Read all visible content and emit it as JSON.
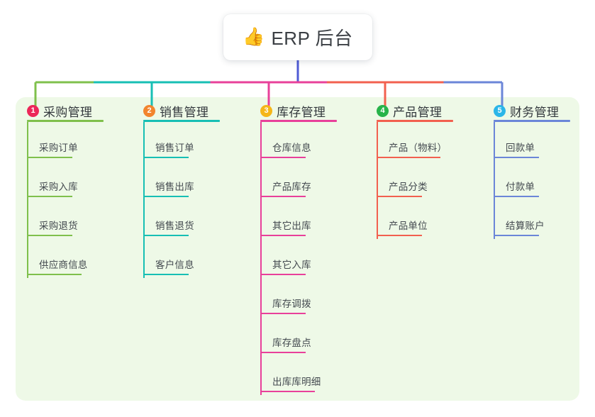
{
  "root": {
    "icon": "thumbs-up-icon",
    "emoji": "👍",
    "title": "ERP 后台"
  },
  "palette": {
    "page_background": "#ffffff",
    "panel_background": "#eef9e7",
    "root_stem": "#4f5bd5",
    "trunk": "#4f5bd5"
  },
  "columns": [
    {
      "number": "1",
      "title": "采购管理",
      "badge_color": "#ec2758",
      "line_color": "#7fc04c",
      "items": [
        "采购订单",
        "采购入库",
        "采购退货",
        "供应商信息"
      ]
    },
    {
      "number": "2",
      "title": "销售管理",
      "badge_color": "#f2852e",
      "line_color": "#17bfb4",
      "items": [
        "销售订单",
        "销售出库",
        "销售退货",
        "客户信息"
      ]
    },
    {
      "number": "3",
      "title": "库存管理",
      "badge_color": "#f5b618",
      "line_color": "#e8409a",
      "items": [
        "仓库信息",
        "产品库存",
        "其它出库",
        "其它入库",
        "库存调拨",
        "库存盘点",
        "出库库明细"
      ]
    },
    {
      "number": "4",
      "title": "产品管理",
      "badge_color": "#27b34a",
      "line_color": "#f2604f",
      "items": [
        "产品（物料）",
        "产品分类",
        "产品单位"
      ]
    },
    {
      "number": "5",
      "title": "财务管理",
      "badge_color": "#2bb6e8",
      "line_color": "#6b86d8",
      "items": [
        "回款单",
        "付款单",
        "结算账户"
      ]
    }
  ]
}
